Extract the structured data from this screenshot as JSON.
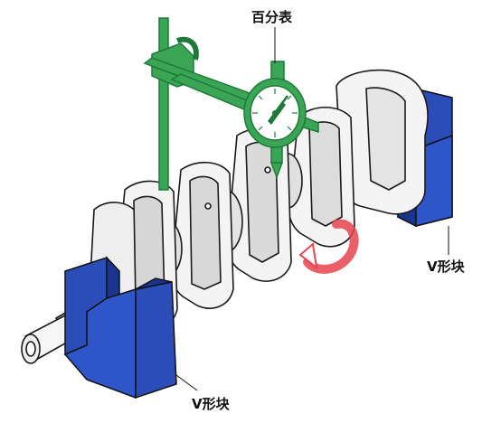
{
  "labels": {
    "dial_indicator": "百分表",
    "v_block_right": "V形块",
    "v_block_left": "V形块"
  },
  "colors": {
    "v_block": "#2a4db8",
    "v_block_dark": "#1a3590",
    "indicator_green": "#3aa655",
    "indicator_dark": "#1f7a3a",
    "crank_fill": "#f4f4f4",
    "crank_shade": "#cfcfcf",
    "outline": "#1a1a1a",
    "rotation_arrow": "#e8444d"
  },
  "icons": {
    "rotation": "rotation-arrow-icon"
  }
}
